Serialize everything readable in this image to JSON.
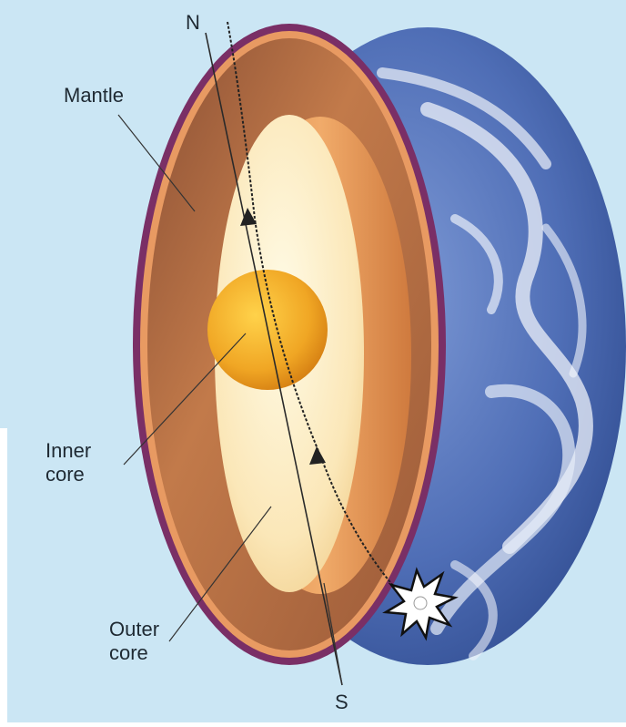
{
  "labels": {
    "north": "N",
    "south": "S",
    "mantle": "Mantle",
    "inner_core_line1": "Inner",
    "inner_core_line2": "core",
    "outer_core_line1": "Outer",
    "outer_core_line2": "core"
  },
  "colors": {
    "background": "#cbe6f4",
    "mantle": "#c27a4a",
    "crust_rim": "#e89a62",
    "crust_outline": "#7a2f66",
    "outer_core": "#fbe7b8",
    "inner_core": "#f0a624",
    "ocean": "#4d6fb5",
    "cloud": "#eef2fa"
  }
}
